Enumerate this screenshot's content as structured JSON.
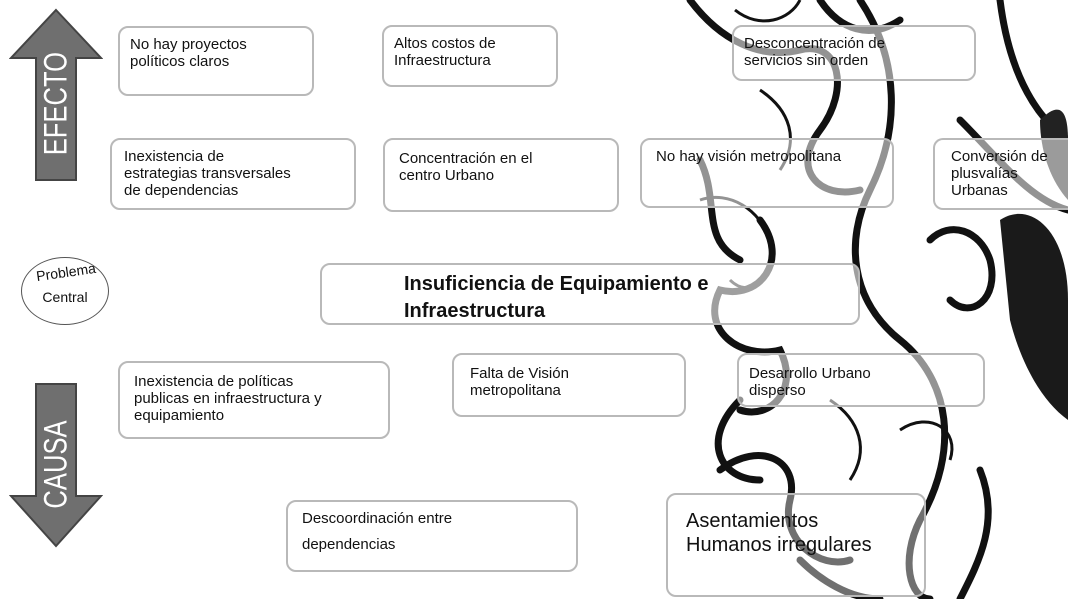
{
  "arrows": {
    "effect_label": "EFECTO",
    "cause_label": "CAUSA"
  },
  "problem_badge": {
    "line1": "Problema",
    "line2": "Central"
  },
  "central_problem": "Insuficiencia de Equipamiento e\nInfraestructura",
  "effects": [
    "No hay proyectos\npolíticos claros",
    "Altos costos de\nInfraestructura",
    "Desconcentración de\nservicios sin orden",
    "Inexistencia de\nestrategias transversales\nde dependencias",
    "Concentración en el\ncentro Urbano",
    "No hay visión metropolitana",
    "Conversión de\nplusvalías\nUrbanas"
  ],
  "causes": [
    "Inexistencia de políticas\npublicas en infraestructura y\nequipamiento",
    "Falta de Visión\nmetropolitana",
    "Desarrollo Urbano\ndisperso",
    "Descoordinación entre\n\ndependencias",
    "Asentamientos\nHumanos irregulares"
  ],
  "colors": {
    "arrow_fill": "#6f6f6f",
    "box_border": "#b9b9b9",
    "ornament": "#111111"
  }
}
